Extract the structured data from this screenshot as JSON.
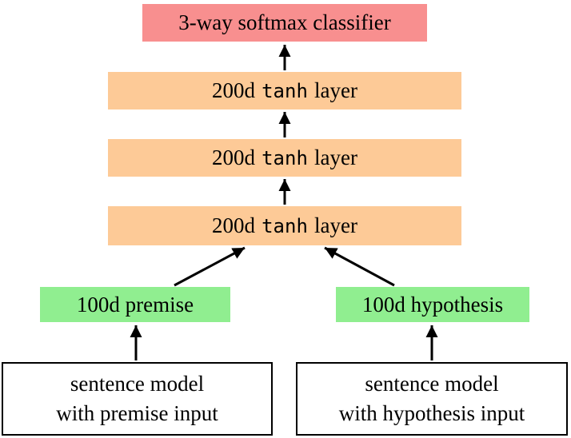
{
  "diagram": {
    "description": "Neural network architecture diagram for 3-way sentence-pair classification",
    "classifier": {
      "label": "3-way softmax classifier"
    },
    "hidden_layers": [
      {
        "prefix": "200d",
        "code": "tanh",
        "suffix": "layer"
      },
      {
        "prefix": "200d",
        "code": "tanh",
        "suffix": "layer"
      },
      {
        "prefix": "200d",
        "code": "tanh",
        "suffix": "layer"
      }
    ],
    "embeddings": [
      {
        "label": "100d premise"
      },
      {
        "label": "100d hypothesis"
      }
    ],
    "sentence_models": [
      {
        "line1": "sentence model",
        "line2": "with premise input"
      },
      {
        "line1": "sentence model",
        "line2": "with hypothesis input"
      }
    ],
    "colors": {
      "classifier_bg": "#f88f8f",
      "hidden_bg": "#fdca97",
      "embedding_bg": "#90ee90",
      "sentence_model_bg": "#ffffff",
      "sentence_model_border": "#000000",
      "arrow": "#000000",
      "text": "#000000"
    }
  }
}
